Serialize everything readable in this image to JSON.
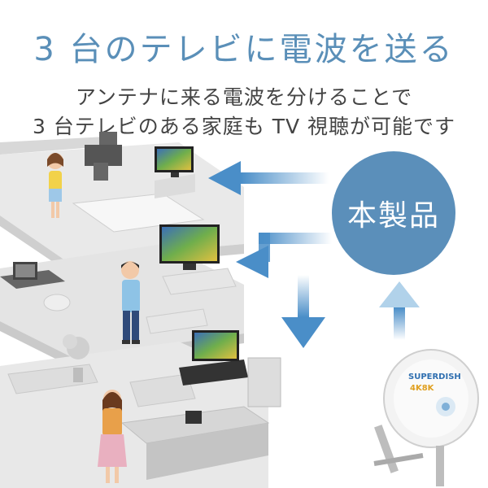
{
  "headline": "3 台のテレビに電波を送る",
  "description": {
    "line1": "アンテナに来る電波を分けることで",
    "line2": "3 台テレビのある家庭も TV 視聴が可能です"
  },
  "product_badge": "本製品",
  "dish_brand": "SUPERDISH",
  "dish_logo_text": "4K8K",
  "colors": {
    "accent": "#5b8fba",
    "title": "#5a8fb8",
    "arrow": "#4a8ec8"
  }
}
